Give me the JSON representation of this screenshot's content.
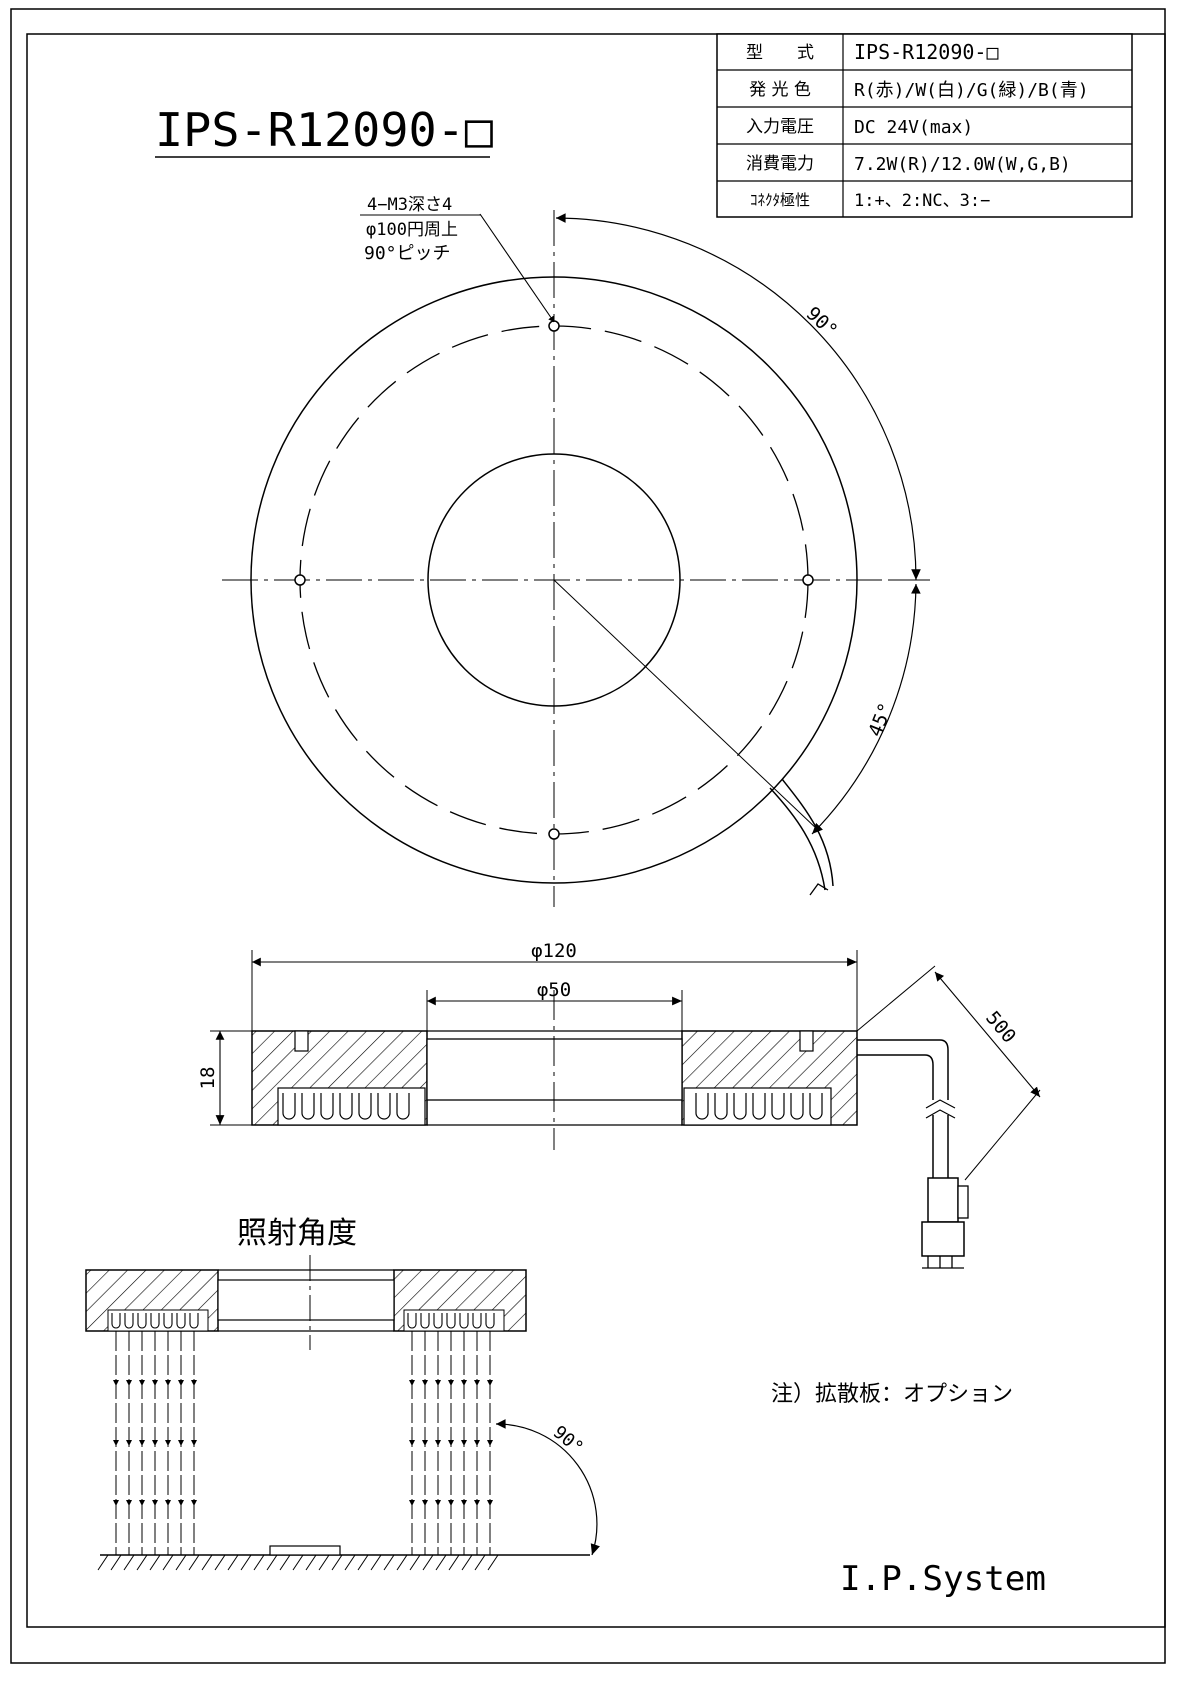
{
  "drawing": {
    "title": "IPS-R12090-□",
    "company": "I.P.System",
    "note": "注）拡散板：オプション",
    "section_title": "照射角度"
  },
  "spec_table": {
    "rows": [
      {
        "label": "型　　式",
        "value": "IPS-R12090-□"
      },
      {
        "label": "発 光 色",
        "value": "R(赤)/W(白)/G(緑)/B(青)"
      },
      {
        "label": "入力電圧",
        "value": "DC 24V(max)"
      },
      {
        "label": "消費電力",
        "value": "7.2W(R)/12.0W(W,G,B)"
      },
      {
        "label": "ｺﾈｸﾀ極性",
        "value": "1:+、2:NC、3:−"
      }
    ]
  },
  "callout": {
    "line1": "4−M3深さ4",
    "line2": "φ100円周上",
    "line3": "90°ピッチ"
  },
  "dimensions": {
    "angle_top": "90°",
    "angle_cable": "45°",
    "outer_diameter": "φ120",
    "inner_diameter": "φ50",
    "height": "18",
    "cable_length": "500",
    "irradiation_angle": "90°"
  }
}
